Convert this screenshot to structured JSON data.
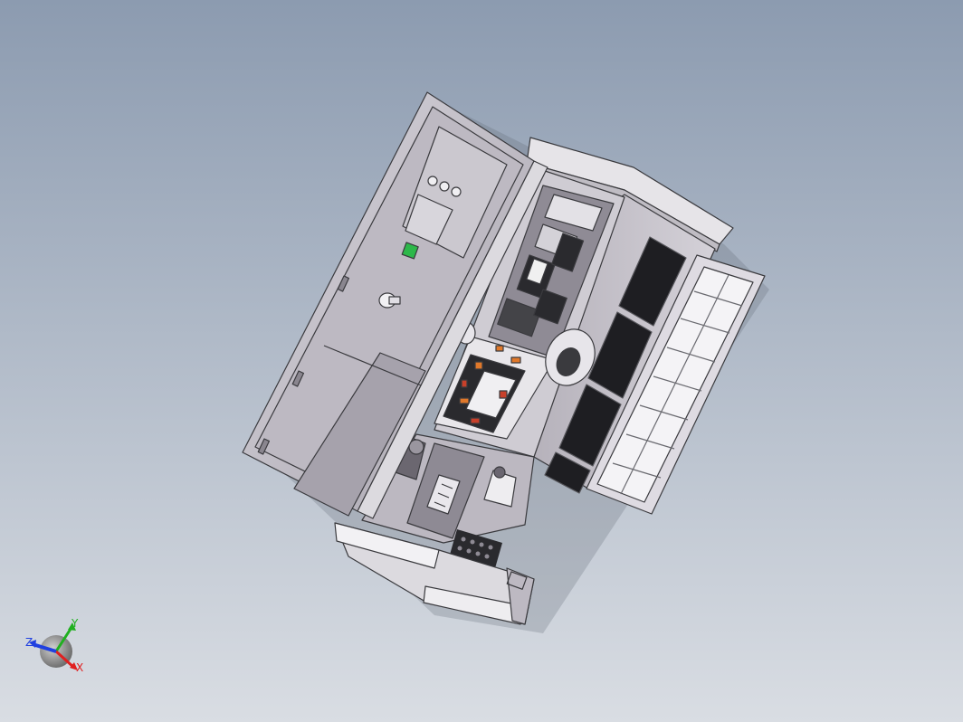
{
  "viewport": {
    "background_top": "#8c9bb0",
    "background_bottom": "#d9dde3"
  },
  "model": {
    "body_color": "#c8c4cc",
    "edge_color": "#3a3a3e",
    "panel_color": "#a9a5ae",
    "dark_color": "#222226",
    "accent_green": "#2db84a",
    "accent_orange": "#e0782a",
    "accent_red": "#c8402a"
  },
  "triad": {
    "x_label": "X",
    "y_label": "Y",
    "z_label": "Z",
    "x_color": "#e02020",
    "y_color": "#20b020",
    "z_color": "#2040e0"
  }
}
